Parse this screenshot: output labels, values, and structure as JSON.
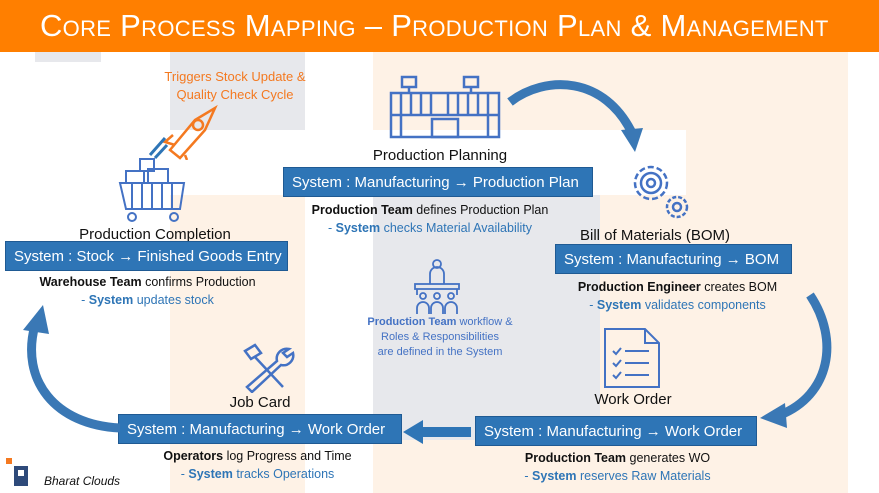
{
  "title": "Core Process Mapping – Production Plan & Management",
  "trigger_note": [
    "Triggers Stock Update &",
    "Quality Check Cycle"
  ],
  "center_note": {
    "bold": "Production Team",
    "line1": " workflow &",
    "line2": "Roles & Responsibilities",
    "line3": "are defined in the System"
  },
  "steps": {
    "planning": {
      "label": "Production Planning",
      "box": "System : Manufacturing  → Production Plan",
      "actor": "Production Team",
      "action": " defines Production Plan",
      "sys_prefix": "- ",
      "sys": "System",
      "sys_action": " checks Material Availability"
    },
    "bom": {
      "label": "Bill of Materials (BOM)",
      "box": "System : Manufacturing  → BOM",
      "actor": "Production Engineer",
      "action": " creates BOM",
      "sys_prefix": "- ",
      "sys": "System",
      "sys_action": " validates components"
    },
    "work_order": {
      "label": "Work Order",
      "box": "System : Manufacturing  → Work Order",
      "actor": "Production Team",
      "action": " generates WO",
      "sys_prefix": "- ",
      "sys": "System",
      "sys_action": " reserves Raw Materials"
    },
    "job_card": {
      "label": "Job Card",
      "box": "System : Manufacturing  → Work Order",
      "actor": "Operators",
      "action": " log Progress and Time",
      "sys_prefix": "- ",
      "sys": "System",
      "sys_action": " tracks Operations"
    },
    "completion": {
      "label": "Production Completion",
      "box": "System : Stock  → Finished Goods Entry",
      "actor": "Warehouse Team",
      "action": " confirms Production",
      "sys_prefix": "- ",
      "sys": "System",
      "sys_action": "  updates stock"
    }
  },
  "brand": "Bharat Clouds",
  "colors": {
    "header": "#FF7F00",
    "box": "#2E75B6",
    "icon": "#4472C4"
  }
}
